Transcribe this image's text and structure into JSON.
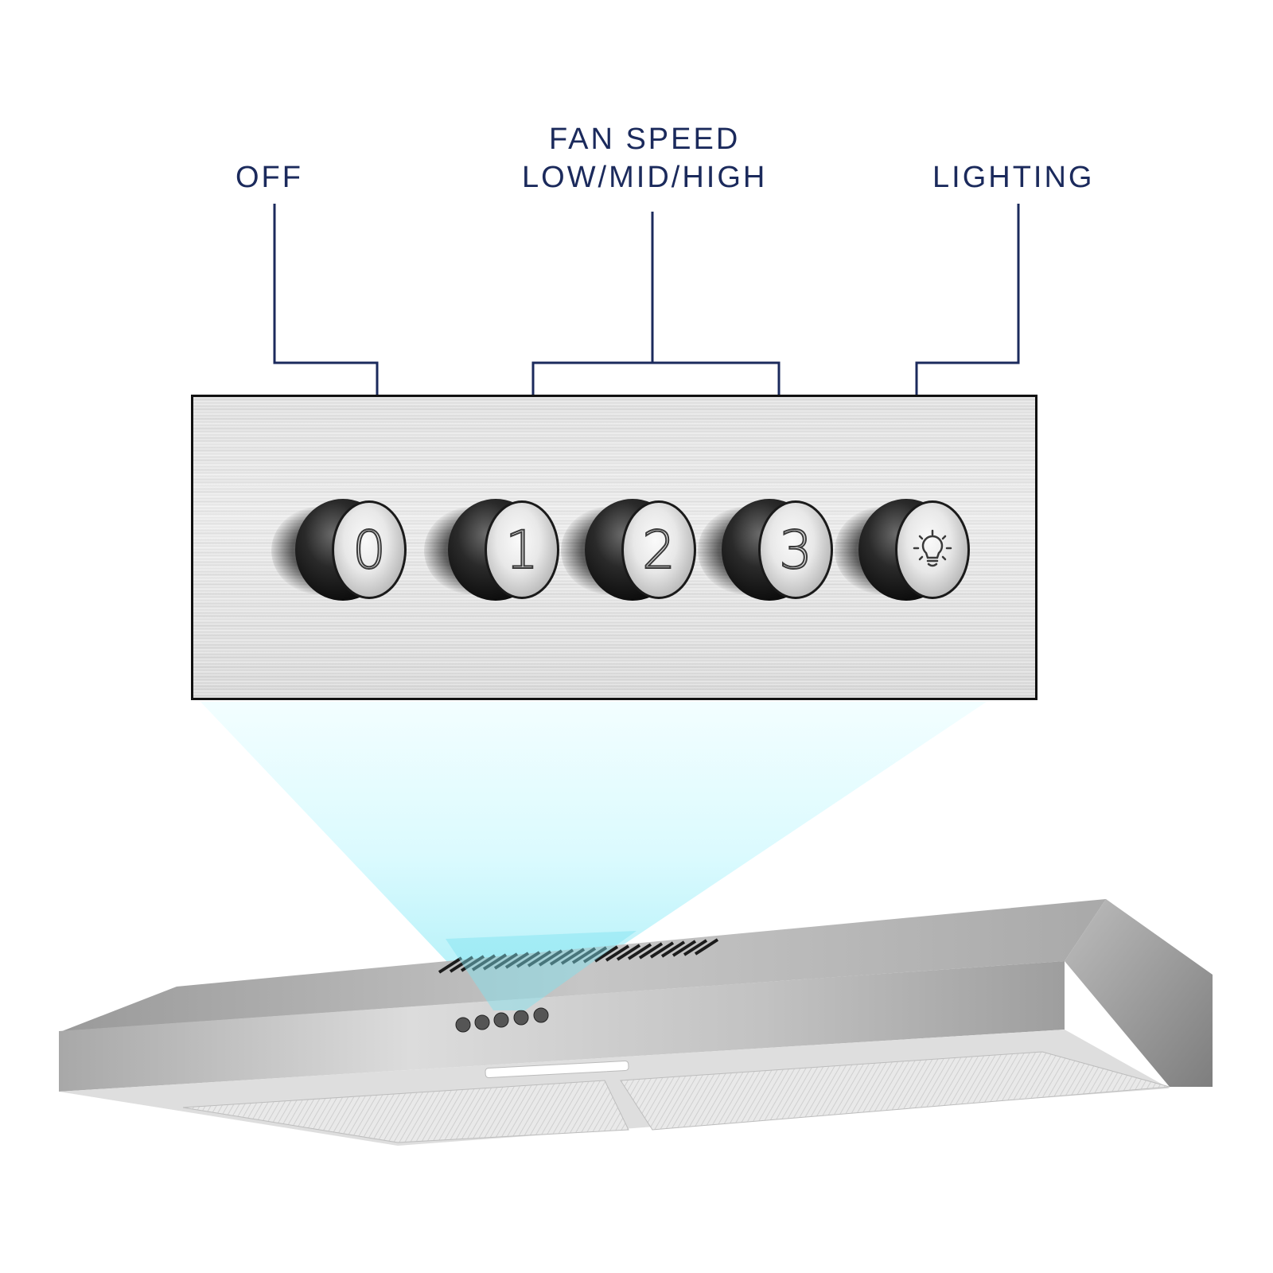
{
  "labels": {
    "off": "OFF",
    "fan_speed_line1": "FAN  SPEED",
    "fan_speed_line2": "LOW/MID/HIGH",
    "lighting": "LIGHTING"
  },
  "buttons": [
    {
      "id": "off",
      "glyph": "0",
      "icon": "digit-0-icon"
    },
    {
      "id": "low",
      "glyph": "1",
      "icon": "digit-1-icon"
    },
    {
      "id": "mid",
      "glyph": "2",
      "icon": "digit-2-icon"
    },
    {
      "id": "high",
      "glyph": "3",
      "icon": "digit-3-icon"
    },
    {
      "id": "light",
      "glyph": "",
      "icon": "light-bulb-icon"
    }
  ],
  "colors": {
    "label_text": "#1b2a5c",
    "leader_line": "#1b2a5c",
    "panel_border": "#111111",
    "highlight_beam": "#b9f4fb"
  }
}
